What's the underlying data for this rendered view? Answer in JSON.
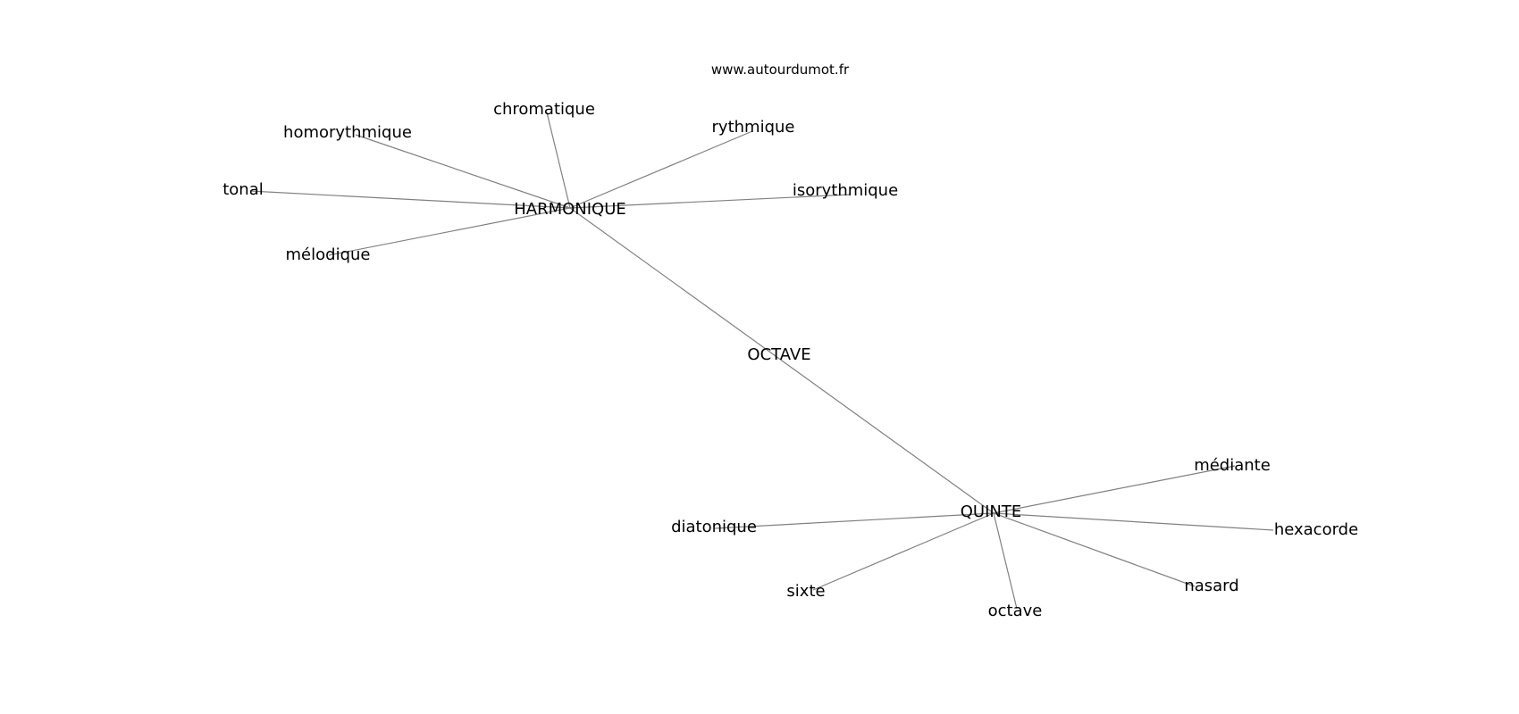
{
  "header": {
    "site": "www.autourdumot.fr"
  },
  "graph": {
    "center": "OCTAVE",
    "hubs": [
      {
        "label": "HARMONIQUE",
        "words": [
          "chromatique",
          "homorythmique",
          "tonal",
          "mélodique",
          "rythmique",
          "isorythmique"
        ]
      },
      {
        "label": "QUINTE",
        "words": [
          "médiante",
          "hexacorde",
          "nasard",
          "octave",
          "sixte",
          "diatonique"
        ]
      }
    ]
  }
}
